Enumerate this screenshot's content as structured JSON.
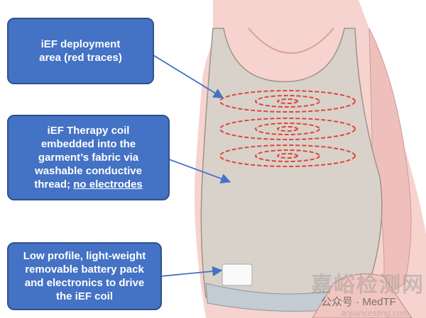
{
  "callouts": [
    {
      "lines": [
        "iEF deployment",
        "area (red traces)"
      ]
    },
    {
      "lines": [
        "iEF Therapy coil",
        "embedded into the",
        "garment’s fabric via",
        "washable conductive",
        "thread; "
      ],
      "underlined": "no electrodes"
    },
    {
      "lines": [
        "Low profile, light-weight",
        "removable battery pack",
        "and electronics to drive",
        "the iEF coil"
      ]
    }
  ],
  "watermark": {
    "main": "嘉峪检测网",
    "sub": "公众号 · MedTF",
    "url": "anjiancesting.com"
  },
  "colors": {
    "box_fill": "#4472c4",
    "box_border": "#2f528f",
    "arrow": "#4472c4",
    "coil": "#e0453a",
    "garment": "#d9d2ca",
    "skin": "#f3c9c4"
  }
}
